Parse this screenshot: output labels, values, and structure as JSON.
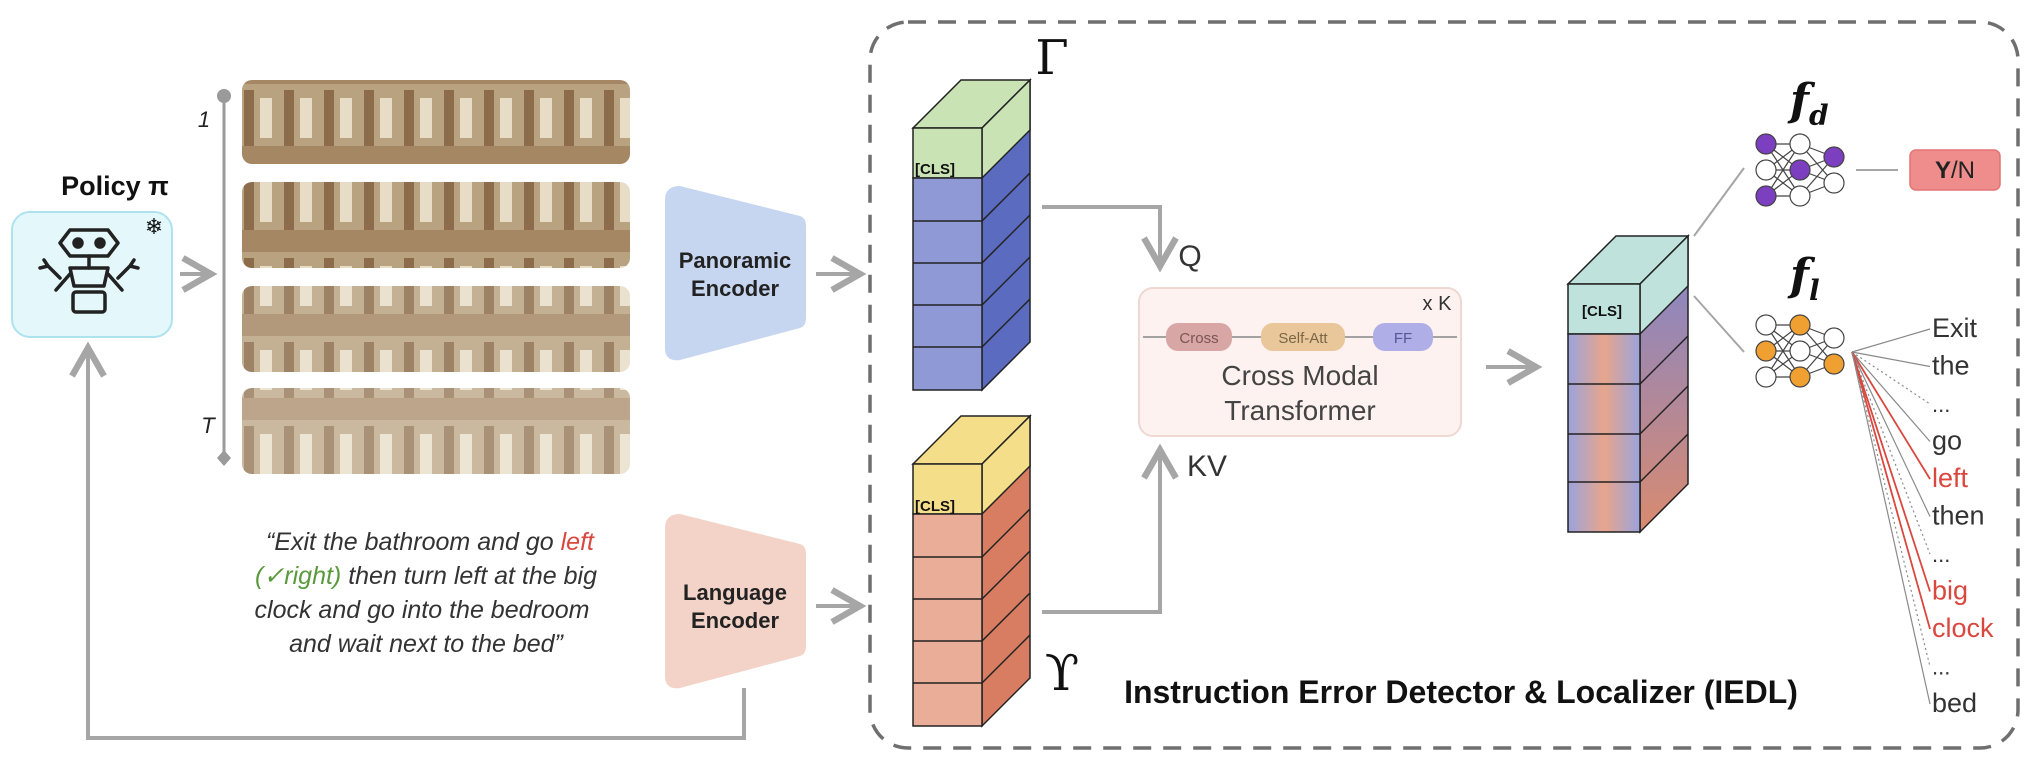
{
  "policy": {
    "title": "Policy π",
    "robot_icon": "robot-icon",
    "frozen_icon": "snowflake-icon"
  },
  "timeline": {
    "start_label": "1",
    "end_label": "T"
  },
  "panoramas": {
    "count": 4
  },
  "encoders": {
    "panoramic_line1": "Panoramic",
    "panoramic_line2": "Encoder",
    "language_line1": "Language",
    "language_line2": "Encoder",
    "panoramic_color": "#c7d6f0",
    "language_color": "#f3d2c8"
  },
  "instruction": {
    "line1_a": "“Exit the bathroom and go ",
    "line1_error": "left",
    "line2_fix": "(✓right)",
    "line2_b": " then turn left at the big",
    "line3": "clock and go into the bedroom",
    "line4": "and wait next to the bed”",
    "error_color": "#d9473f",
    "fix_color": "#5a9a3c"
  },
  "stacks": {
    "visual_symbol": "Γ",
    "language_symbol": "ϒ",
    "cls_label": "[CLS]"
  },
  "transformer": {
    "query_label": "Q",
    "keyvalue_label": "KV",
    "repeat_label": "x K",
    "block_cross": "Cross",
    "block_selfatt": "Self-Att",
    "block_ff": "FF",
    "title_line1": "Cross Modal",
    "title_line2": "Transformer"
  },
  "heads": {
    "detector_label": "f",
    "detector_sub": "d",
    "localizer_label": "f",
    "localizer_sub": "l",
    "answer_yes": "Y",
    "answer_sep": "/N",
    "detector_color": "#7b3fbf",
    "localizer_color": "#f0a030",
    "answer_bg": "#ef8c8c"
  },
  "tokens": [
    {
      "text": "Exit",
      "error": false
    },
    {
      "text": "the",
      "error": false
    },
    {
      "text": "...",
      "error": false
    },
    {
      "text": "go",
      "error": false
    },
    {
      "text": "left",
      "error": true
    },
    {
      "text": "then",
      "error": false
    },
    {
      "text": "...",
      "error": false
    },
    {
      "text": "big",
      "error": true
    },
    {
      "text": "clock",
      "error": true
    },
    {
      "text": "...",
      "error": false
    },
    {
      "text": "bed",
      "error": false
    }
  ],
  "iedl_title": "Instruction Error Detector & Localizer (IEDL)"
}
